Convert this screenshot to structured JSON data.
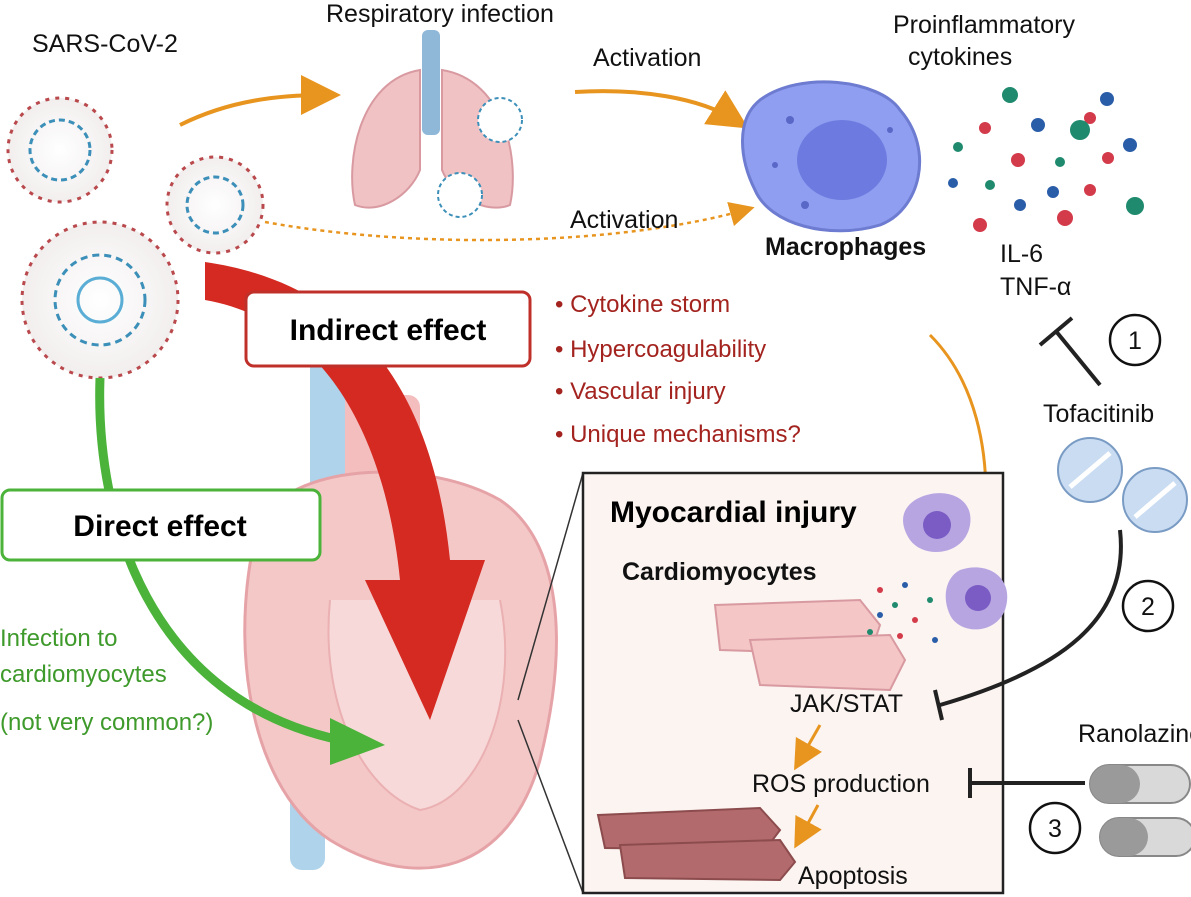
{
  "virus": {
    "label": "SARS-CoV-2"
  },
  "lung": {
    "label": "Respiratory infection"
  },
  "activation_top": "Activation",
  "activation_bottom": "Activation",
  "macrophages": {
    "label": "Macrophages"
  },
  "cytokines": {
    "title_line1": "Proinflammatory",
    "title_line2": "cytokines",
    "il6": "IL-6",
    "tnf": "TNF-α"
  },
  "indirect_effect": {
    "label": "Indirect effect",
    "bullets": [
      "• Cytokine storm",
      "• Hypercoagulability",
      "• Vascular injury",
      "• Unique mechanisms?"
    ]
  },
  "direct_effect": {
    "label": "Direct effect",
    "note_line1": "Infection to",
    "note_line2": "cardiomyocytes",
    "note_line3": "(not very common?)"
  },
  "drugs": {
    "tofacitinib": "Tofacitinib",
    "ranolazine": "Ranolazine",
    "step1": "1",
    "step2": "2",
    "step3": "3"
  },
  "injury": {
    "title": "Myocardial injury",
    "cardiomyocytes": "Cardiomyocytes",
    "jak": "JAK/STAT",
    "ros": "ROS production",
    "apoptosis": "Apoptosis"
  },
  "colors": {
    "indirect": "#d42a22",
    "direct": "#4bb33a",
    "orange_arrow": "#e8951f",
    "macrophage": "#8f9ef0",
    "text_red": "#a3231f",
    "text_green": "#3f9a2c"
  }
}
